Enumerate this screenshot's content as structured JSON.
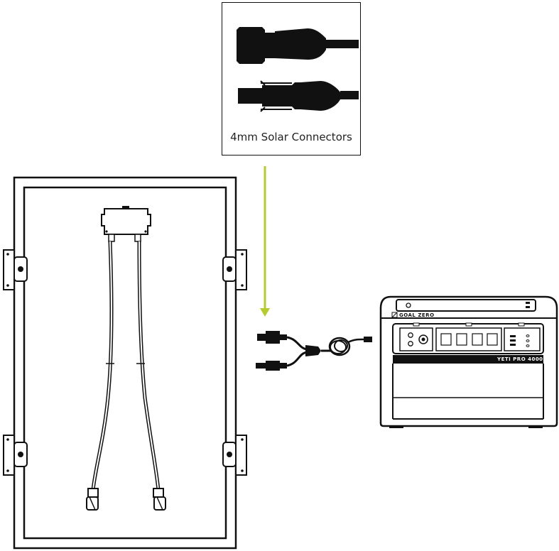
{
  "callout": {
    "label": "4mm Solar Connectors"
  },
  "power_station": {
    "brand": "GOAL ZERO",
    "model": "YETI PRO 4000"
  },
  "colors": {
    "arrow": "#b5cc2b",
    "line": "#111111",
    "panel_bg": "#ffffff"
  },
  "icons": {
    "panel": "solar-panel-icon",
    "connector": "mc4-connector-icon",
    "cable": "y-branch-cable-icon",
    "station": "power-station-icon"
  }
}
